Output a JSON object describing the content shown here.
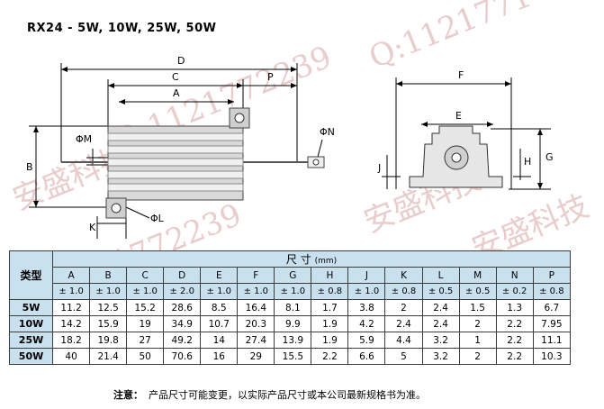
{
  "title": "RX24  -  5W, 10W, 25W, 50W",
  "watermark": {
    "texts": [
      "Q:1121771",
      "安盛科技",
      "Q:1121772239",
      "安盛科技",
      "Q:1121772239",
      "安盛科技"
    ]
  },
  "diagram_labels": {
    "D": "D",
    "C": "C",
    "A": "A",
    "P": "P",
    "B": "B",
    "M": "ΦM",
    "N": "ΦN",
    "L": "ΦL",
    "K": "K",
    "F": "F",
    "E": "E",
    "G": "G",
    "H": "H",
    "J": "J"
  },
  "table": {
    "type_header": "类型",
    "size_header": "尺  寸",
    "unit": "(mm)",
    "columns": [
      "A",
      "B",
      "C",
      "D",
      "E",
      "F",
      "G",
      "H",
      "J",
      "K",
      "L",
      "M",
      "N",
      "P"
    ],
    "tolerances": [
      "± 1.0",
      "± 1.0",
      "± 1.0",
      "± 2.0",
      "± 1.0",
      "± 1.0",
      "± 1.0",
      "± 0.8",
      "± 1.0",
      "± 0.8",
      "± 0.5",
      "± 0.5",
      "± 0.2",
      "± 0.8"
    ],
    "rows": [
      {
        "type": "5W",
        "values": [
          "11.2",
          "12.5",
          "15.2",
          "28.6",
          "8.5",
          "16.4",
          "8.1",
          "1.7",
          "3.8",
          "2",
          "2.4",
          "1.5",
          "1.3",
          "6.7"
        ]
      },
      {
        "type": "10W",
        "values": [
          "14.2",
          "15.9",
          "19",
          "34.9",
          "10.7",
          "20.3",
          "9.9",
          "1.9",
          "4.2",
          "2.4",
          "2.4",
          "2",
          "2.2",
          "7.95"
        ]
      },
      {
        "type": "25W",
        "values": [
          "18.2",
          "19.8",
          "27",
          "49.2",
          "14",
          "27.4",
          "13.9",
          "1.9",
          "5.9",
          "4.4",
          "3.2",
          "1",
          "2.2",
          "11.1"
        ]
      },
      {
        "type": "50W",
        "values": [
          "40",
          "21.4",
          "50",
          "70.6",
          "16",
          "29",
          "15.5",
          "2.2",
          "6.6",
          "5",
          "3.2",
          "2",
          "2.2",
          "10.3"
        ]
      }
    ]
  },
  "note": {
    "label": "注意：",
    "text": "产品尺寸可能变更，以实际产品尺寸或本公司最新规格书为准。"
  }
}
